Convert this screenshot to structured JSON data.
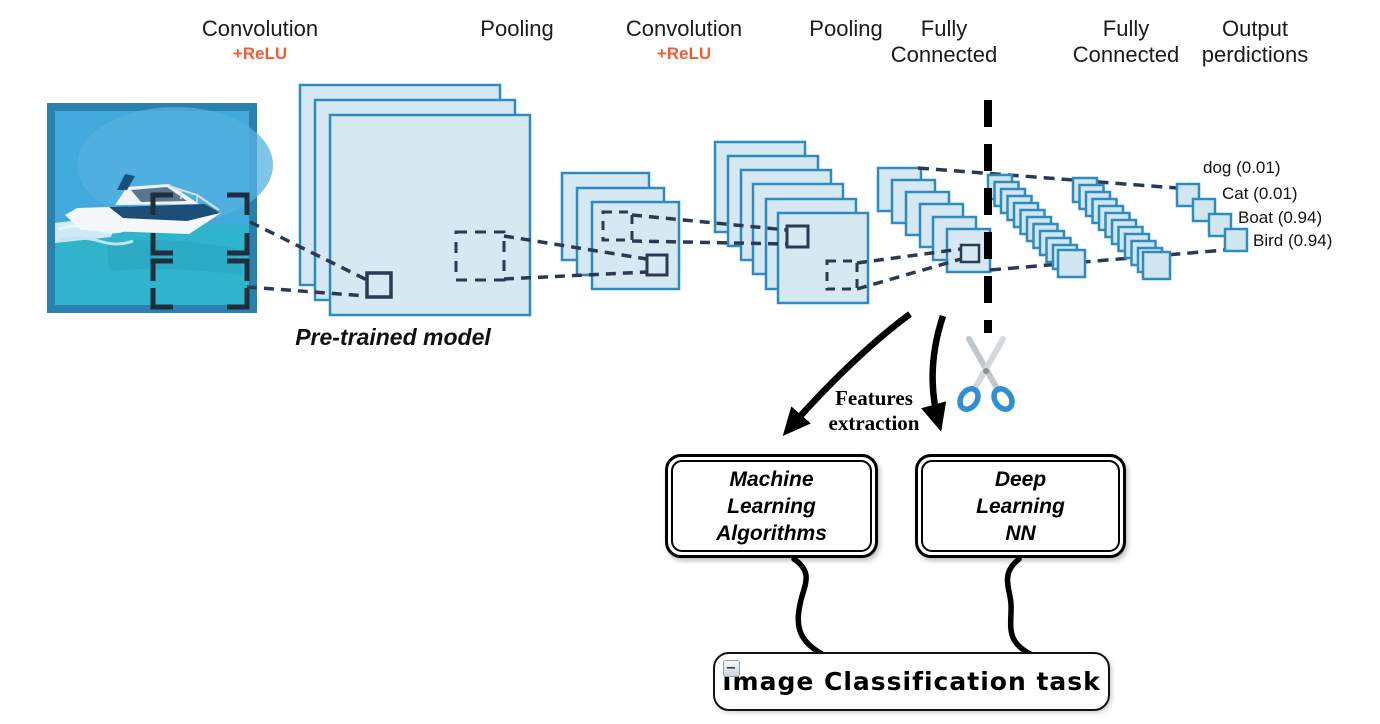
{
  "stages": [
    {
      "text": "Convolution",
      "sub": "+ReLU"
    },
    {
      "text": "Pooling",
      "sub": ""
    },
    {
      "text": "Convolution",
      "sub": "+ReLU"
    },
    {
      "text": "Pooling",
      "sub": ""
    },
    {
      "text": "Fully\nConnected",
      "sub": ""
    },
    {
      "text": "Fully\nConnected",
      "sub": ""
    },
    {
      "text": "Output\nperdictions",
      "sub": ""
    }
  ],
  "pretrained": {
    "label": "Pre-trained model"
  },
  "predictions": {
    "items": [
      "dog (0.01)",
      "Cat (0.01)",
      "Boat (0.94)",
      "Bird (0.94)"
    ]
  },
  "features": {
    "line1": "Features",
    "line2": "extraction"
  },
  "boxes": {
    "ml": {
      "line1": "Machine",
      "line2": "Learning",
      "line3": "Algorithms"
    },
    "dl": {
      "line1": "Deep",
      "line2": "Learning",
      "line3": "NN"
    },
    "task": {
      "label": "Image Classification task",
      "collapse_glyph": "−"
    }
  },
  "icons": {
    "scissors": "scissors-icon",
    "collapse": "collapse-minus-icon",
    "boat": "boat-input-image"
  },
  "colors": {
    "layer_fill": "#d6e8f2",
    "layer_stroke": "#2e8bc0",
    "field_stroke": "#2b3a52",
    "relu_orange": "#f25c35",
    "boat_frame": "#2a81ad",
    "boat_sky": "#41a9dc",
    "boat_water": "#2fb4cc",
    "ink": "#000000"
  }
}
